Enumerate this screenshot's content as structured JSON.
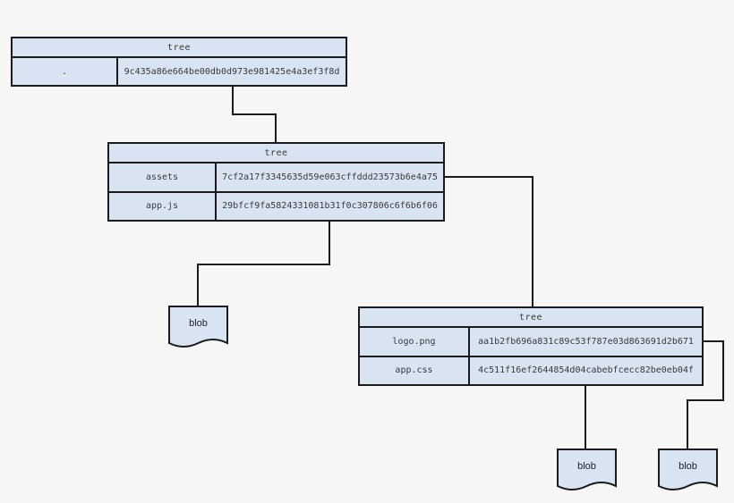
{
  "diagram": {
    "description": "git tree and blob object diagram",
    "colors": {
      "node_fill": "#d8e4f2",
      "node_border": "#1b1b1b",
      "background": "#f6f6f6",
      "text": "#3a3a3a"
    },
    "trees": [
      {
        "title": "tree",
        "rows": [
          {
            "name": ".",
            "hash": "9c435a86e664be00db0d973e981425e4a3ef3f8d"
          }
        ]
      },
      {
        "title": "tree",
        "rows": [
          {
            "name": "assets",
            "hash": "7cf2a17f3345635d59e063cffddd23573b6e4a75"
          },
          {
            "name": "app.js",
            "hash": "29bfcf9fa5824331081b31f0c307806c6f6b6f06"
          }
        ]
      },
      {
        "title": "tree",
        "rows": [
          {
            "name": "logo.png",
            "hash": "aa1b2fb696a831c89c53f787e03d863691d2b671"
          },
          {
            "name": "app.css",
            "hash": "4c511f16ef2644854d04cabebfcecc82be0eb04f"
          }
        ]
      }
    ],
    "blobs": [
      {
        "label": "blob"
      },
      {
        "label": "blob"
      },
      {
        "label": "blob"
      }
    ],
    "edges": [
      {
        "from": "root-tree:.",
        "to": "middle-tree"
      },
      {
        "from": "middle-tree:assets",
        "to": "nested-tree"
      },
      {
        "from": "middle-tree:app.js",
        "to": "blob-1"
      },
      {
        "from": "nested-tree:logo.png",
        "to": "blob-3"
      },
      {
        "from": "nested-tree:app.css",
        "to": "blob-2"
      }
    ]
  }
}
